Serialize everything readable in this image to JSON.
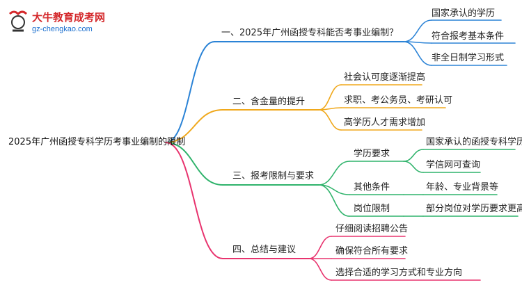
{
  "logo": {
    "title": "大牛教育成考网",
    "url": "gz-chengkao.com",
    "colors": {
      "title": "#d4282b",
      "url": "#1a6fcf"
    }
  },
  "root": {
    "label": "2025年广州函授专科学历考事业编制的限制"
  },
  "branches": [
    {
      "label": "一、2025年广州函授专科能否考事业编制？",
      "color": "#2b83d6",
      "children": [
        {
          "label": "国家承认的学历"
        },
        {
          "label": "符合报考基本条件"
        },
        {
          "label": "非全日制学习形式"
        }
      ]
    },
    {
      "label": "二、含金量的提升",
      "color": "#f0a81b",
      "children": [
        {
          "label": "社会认可度逐渐提高"
        },
        {
          "label": "求职、考公务员、考研认可"
        },
        {
          "label": "高学历人才需求增加"
        }
      ]
    },
    {
      "label": "三、报考限制与要求",
      "color": "#2fb36b",
      "children": [
        {
          "label": "学历要求",
          "children": [
            {
              "label": "国家承认的函授专科学历"
            },
            {
              "label": "学信网可查询"
            }
          ]
        },
        {
          "label": "其他条件",
          "children": [
            {
              "label": "年龄、专业背景等"
            }
          ]
        },
        {
          "label": "岗位限制",
          "children": [
            {
              "label": "部分岗位对学历要求更高"
            }
          ]
        }
      ]
    },
    {
      "label": "四、总结与建议",
      "color": "#e8336e",
      "children": [
        {
          "label": "仔细阅读招聘公告"
        },
        {
          "label": "确保符合所有要求"
        },
        {
          "label": "选择合适的学习方式和专业方向"
        }
      ]
    }
  ]
}
